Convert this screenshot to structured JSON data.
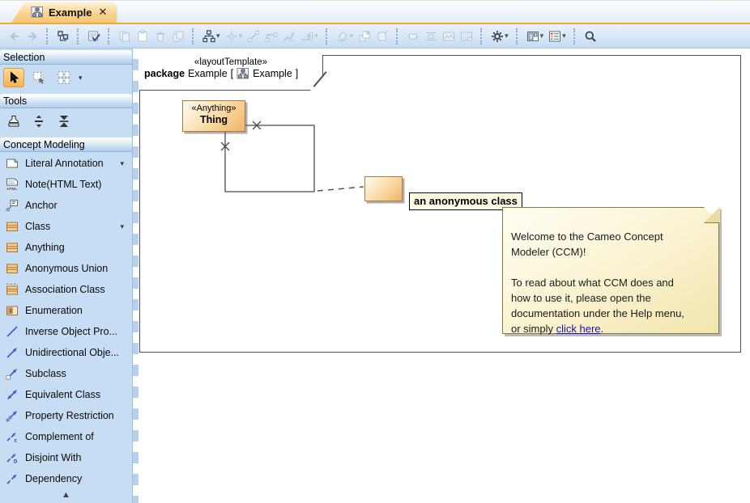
{
  "window": {
    "tab": {
      "label": "Example",
      "icon": "diagram",
      "close_glyph": "✕"
    }
  },
  "toolbar": {
    "groups": [
      {
        "buttons": [
          {
            "name": "back",
            "icon": "arrow-left",
            "enabled": false
          },
          {
            "name": "forward",
            "icon": "arrow-right",
            "enabled": false
          }
        ]
      },
      {
        "buttons": [
          {
            "name": "related-elements",
            "icon": "containment-tree",
            "enabled": true
          }
        ]
      },
      {
        "buttons": [
          {
            "name": "validate-diagram",
            "icon": "validate",
            "enabled": true
          }
        ]
      },
      {
        "buttons": [
          {
            "name": "copy",
            "icon": "copy",
            "enabled": false
          },
          {
            "name": "paste",
            "icon": "clipboard",
            "enabled": false
          },
          {
            "name": "delete",
            "icon": "trash",
            "enabled": false
          },
          {
            "name": "paste-with-layout",
            "icon": "layers",
            "enabled": false
          }
        ]
      },
      {
        "buttons": [
          {
            "name": "quick-layout",
            "icon": "layout-tree",
            "enabled": true,
            "dropdown": true
          },
          {
            "name": "align-shapes",
            "icon": "align",
            "enabled": false,
            "dropdown": true
          },
          {
            "name": "draw-line",
            "icon": "line-endpoints",
            "enabled": false
          },
          {
            "name": "draw-path",
            "icon": "path-endpoints",
            "enabled": false
          },
          {
            "name": "oblique-path",
            "icon": "zigzag",
            "enabled": false
          },
          {
            "name": "reset-paths",
            "icon": "reroute",
            "enabled": false,
            "dropdown": true
          }
        ]
      },
      {
        "buttons": [
          {
            "name": "fill-color",
            "icon": "paint-bucket",
            "enabled": false,
            "dropdown": true
          },
          {
            "name": "bring-to-front",
            "icon": "bring-front",
            "enabled": false
          },
          {
            "name": "clear-formatting",
            "icon": "paint-can",
            "enabled": false
          }
        ]
      },
      {
        "buttons": [
          {
            "name": "make-same-width",
            "icon": "same-width",
            "enabled": false
          },
          {
            "name": "distribute",
            "icon": "distribute",
            "enabled": false
          },
          {
            "name": "insert-image",
            "icon": "image",
            "enabled": false
          },
          {
            "name": "show-diagram-frame",
            "icon": "frame",
            "enabled": false
          }
        ]
      },
      {
        "buttons": [
          {
            "name": "diagram-options",
            "icon": "gear",
            "enabled": true,
            "dropdown": true
          }
        ]
      },
      {
        "buttons": [
          {
            "name": "show-windows",
            "icon": "windows",
            "enabled": true,
            "dropdown": true
          },
          {
            "name": "legend",
            "icon": "legend-list",
            "enabled": true,
            "dropdown": true
          }
        ]
      },
      {
        "buttons": [
          {
            "name": "zoom-search",
            "icon": "magnifier",
            "enabled": true
          }
        ]
      }
    ],
    "dropdown_glyph": "▾"
  },
  "sidebar": {
    "sections": [
      {
        "title": "Selection",
        "type": "buttons",
        "buttons": [
          {
            "name": "select-cursor",
            "icon": "cursor",
            "selected": true
          },
          {
            "name": "marquee-select",
            "icon": "marquee",
            "selected": false
          },
          {
            "name": "multi-select",
            "icon": "multi-squares",
            "selected": false,
            "dropdown": true
          }
        ]
      },
      {
        "title": "Tools",
        "type": "buttons",
        "buttons": [
          {
            "name": "stamp-mode",
            "icon": "stamp",
            "selected": false
          },
          {
            "name": "vertical-expand",
            "icon": "v-expand",
            "selected": false
          },
          {
            "name": "vertical-compress",
            "icon": "v-compress",
            "selected": false
          }
        ]
      },
      {
        "title": "Concept Modeling",
        "type": "list",
        "items": [
          {
            "label": "Literal Annotation",
            "icon": "note",
            "dropdown": true
          },
          {
            "label": "Note(HTML Text)",
            "icon": "html-note"
          },
          {
            "label": "Anchor",
            "icon": "anchor"
          },
          {
            "label": "Class",
            "icon": "class-box",
            "dropdown": true
          },
          {
            "label": "Anything",
            "icon": "class-box"
          },
          {
            "label": "Anonymous Union",
            "icon": "class-box"
          },
          {
            "label": "Association Class",
            "icon": "association-class"
          },
          {
            "label": "Enumeration",
            "icon": "enumeration"
          },
          {
            "label": "Inverse Object Pro...",
            "icon": "inverse-line"
          },
          {
            "label": "Unidirectional Obje...",
            "icon": "uni-arrow"
          },
          {
            "label": "Subclass",
            "icon": "subclass-arrow"
          },
          {
            "label": "Equivalent Class",
            "icon": "equivalent-arrow"
          },
          {
            "label": "Property Restriction",
            "icon": "restriction-arrow"
          },
          {
            "label": "Complement of",
            "icon": "complement-arrow"
          },
          {
            "label": "Disjoint With",
            "icon": "disjoint-arrow"
          },
          {
            "label": "Dependency",
            "icon": "dependency-arrow"
          }
        ]
      }
    ],
    "scroll_up_glyph": "▲"
  },
  "diagram": {
    "header": {
      "stereotype": "«layoutTemplate»",
      "keyword": "package",
      "name": "Example",
      "bracket_open": "[",
      "diagram_name": "Example",
      "bracket_close": "]"
    },
    "nodes": {
      "thing": {
        "stereotype": "«Anything»",
        "name": "Thing"
      },
      "anonymous_label": "an anonymous class"
    },
    "note": {
      "lines": [
        "Welcome to the Cameo Concept",
        "Modeler (CCM)!",
        "",
        "To read about what CCM does and",
        "how to use it, please open the",
        "documentation under the Help menu,"
      ],
      "link_prefix": "or simply ",
      "link_text": "click here",
      "link_suffix": "."
    }
  },
  "colors": {
    "accent_orange": "#F0A73C",
    "tab_gradient_top": "#FDF3DC",
    "tab_gradient_bottom": "#F5C878",
    "sidebar_bg": "#C6DDF4",
    "toolbar_bg": "#C7DCF2",
    "node_fill": "#F2B36C",
    "node_border": "#B5783B",
    "note_fill": "#FAF2CE",
    "note_border": "#857B3F",
    "link_blue": "#1A0DAB"
  }
}
